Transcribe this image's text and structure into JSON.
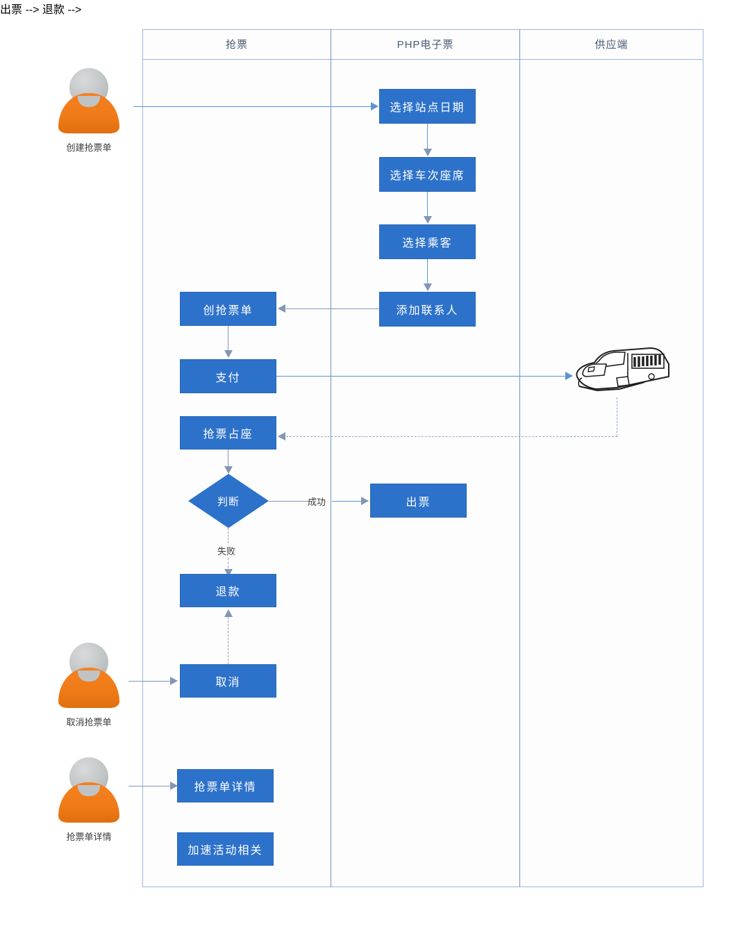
{
  "diagram": {
    "type": "swimlane-flowchart",
    "lanes": [
      {
        "id": "lane-grab",
        "title": "抢票"
      },
      {
        "id": "lane-php",
        "title": "PHP电子票"
      },
      {
        "id": "lane-supplier",
        "title": "供应端"
      }
    ],
    "actors": [
      {
        "id": "actor-create",
        "caption": "创建抢票单"
      },
      {
        "id": "actor-cancel",
        "caption": "取消抢票单"
      },
      {
        "id": "actor-detail",
        "caption": "抢票单详情"
      }
    ],
    "nodes": [
      {
        "id": "n-select-station",
        "lane": "lane-php",
        "label": "选择站点日期",
        "shape": "process"
      },
      {
        "id": "n-select-train",
        "lane": "lane-php",
        "label": "选择车次座席",
        "shape": "process"
      },
      {
        "id": "n-select-rider",
        "lane": "lane-php",
        "label": "选择乘客",
        "shape": "process"
      },
      {
        "id": "n-add-contact",
        "lane": "lane-php",
        "label": "添加联系人",
        "shape": "process"
      },
      {
        "id": "n-create-order",
        "lane": "lane-grab",
        "label": "创抢票单",
        "shape": "process"
      },
      {
        "id": "n-pay",
        "lane": "lane-grab",
        "label": "支付",
        "shape": "process"
      },
      {
        "id": "n-seat",
        "lane": "lane-grab",
        "label": "抢票占座",
        "shape": "process"
      },
      {
        "id": "n-judge",
        "lane": "lane-grab",
        "label": "判断",
        "shape": "decision"
      },
      {
        "id": "n-issue",
        "lane": "lane-php",
        "label": "出票",
        "shape": "process"
      },
      {
        "id": "n-refund",
        "lane": "lane-grab",
        "label": "退款",
        "shape": "process"
      },
      {
        "id": "n-cancel",
        "lane": "lane-grab",
        "label": "取消",
        "shape": "process"
      },
      {
        "id": "n-order-detail",
        "lane": "lane-grab",
        "label": "抢票单详情",
        "shape": "process"
      },
      {
        "id": "n-speed-activity",
        "lane": "lane-grab",
        "label": "加速活动相关",
        "shape": "process"
      }
    ],
    "edge_labels": {
      "success": "成功",
      "failure": "失败"
    },
    "icons": {
      "train": "train-icon"
    },
    "colors": {
      "node_fill": "#2d72ca",
      "node_text": "#ffffff",
      "lane_border": "#9db7d8",
      "lane_title_text": "#4a5b74",
      "connector": "#8296b4",
      "connector_blue": "#5b93d6",
      "actor_body": "#f0781a",
      "actor_head": "#c2c5c6",
      "background": "#ffffff"
    }
  }
}
